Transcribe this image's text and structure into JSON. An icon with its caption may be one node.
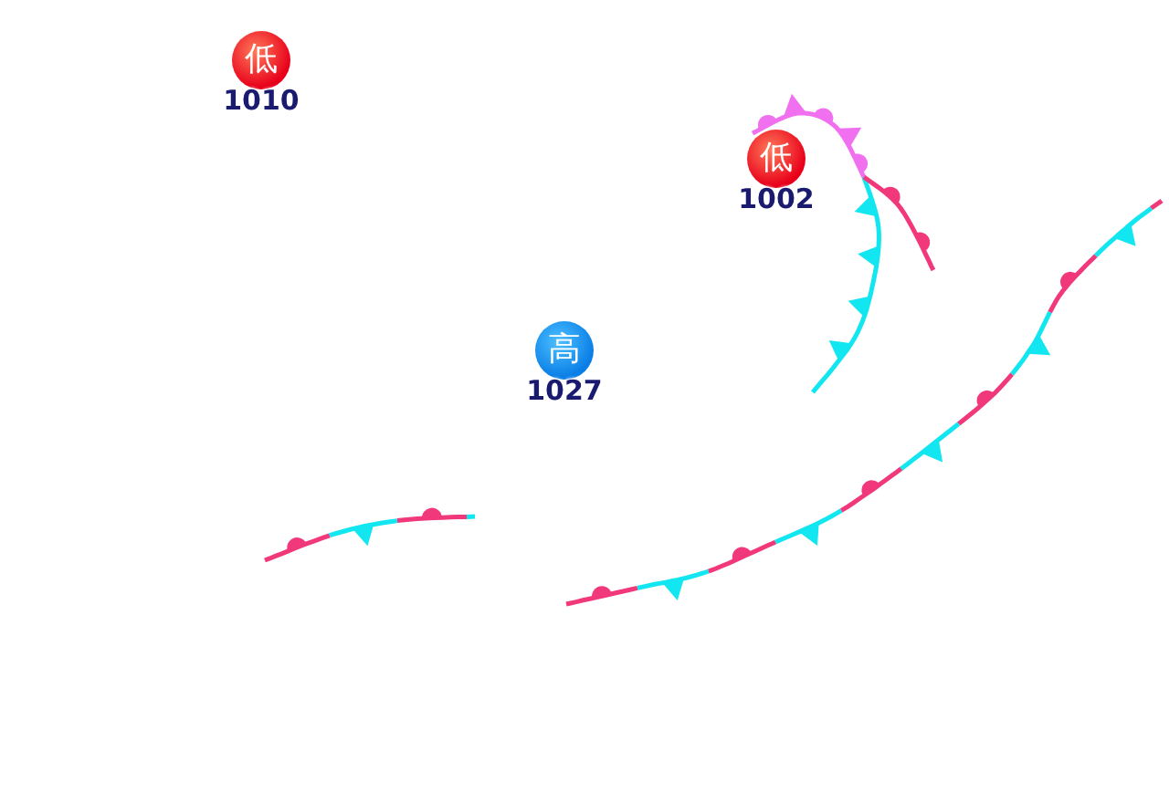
{
  "diagram": {
    "nodes": [
      {
        "text": [
          "低",
          "1010"
        ]
      },
      {
        "text": [
          "低",
          "1002"
        ]
      },
      {
        "text": [
          "高",
          "1027"
        ]
      }
    ]
  }
}
